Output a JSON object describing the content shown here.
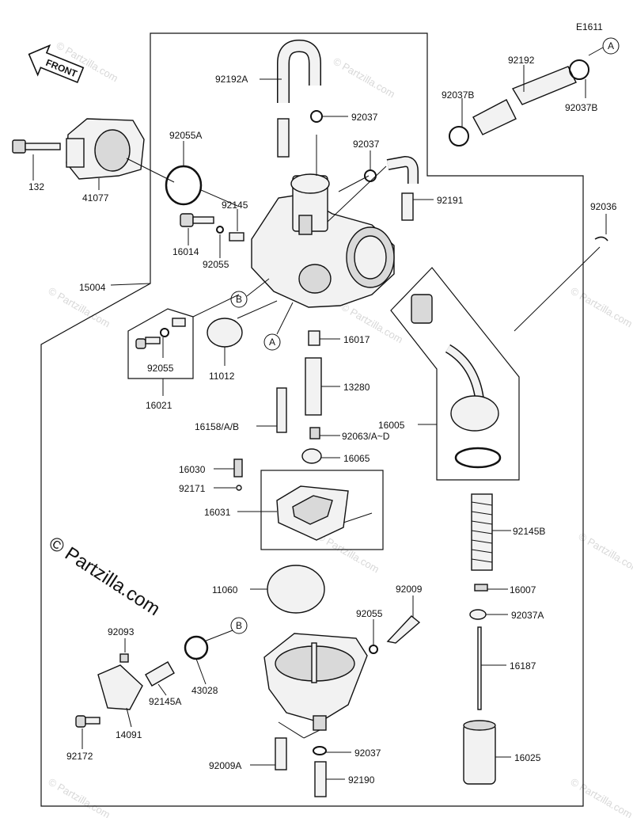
{
  "diagram": {
    "diagram_code": "E1611",
    "front_label": "FRONT",
    "copyright": "© Partzilla.com",
    "watermark": "© Partzilla.com",
    "callout_A": "A",
    "callout_B": "B",
    "labels": {
      "p132": "132",
      "p41077": "41077",
      "p92055A": "92055A",
      "p92192A": "92192A",
      "p92037_top": "92037",
      "p92037_mid": "92037",
      "p92191": "92191",
      "p92192": "92192",
      "p92037B_left": "92037B",
      "p92037B_right": "92037B",
      "p92036": "92036",
      "p92145": "92145",
      "p16014": "16014",
      "p92055_a": "92055",
      "p15004": "15004",
      "p92055_b": "92055",
      "p16021": "16021",
      "p11012": "11012",
      "p16017": "16017",
      "p13280": "13280",
      "p16158": "16158/A/B",
      "p92063": "92063/A~D",
      "p16065": "16065",
      "p16005": "16005",
      "p16030": "16030",
      "p92171": "92171",
      "p16031": "16031",
      "p92145B": "92145B",
      "p11060": "11060",
      "p92009": "92009",
      "p16007": "16007",
      "p92037A": "92037A",
      "p92055_c": "92055",
      "p92093": "92093",
      "p43028": "43028",
      "p16187": "16187",
      "p92145A": "92145A",
      "p14091": "14091",
      "p92172": "92172",
      "p92009A": "92009A",
      "p92037_bot": "92037",
      "p16025": "16025",
      "p92190": "92190"
    }
  }
}
